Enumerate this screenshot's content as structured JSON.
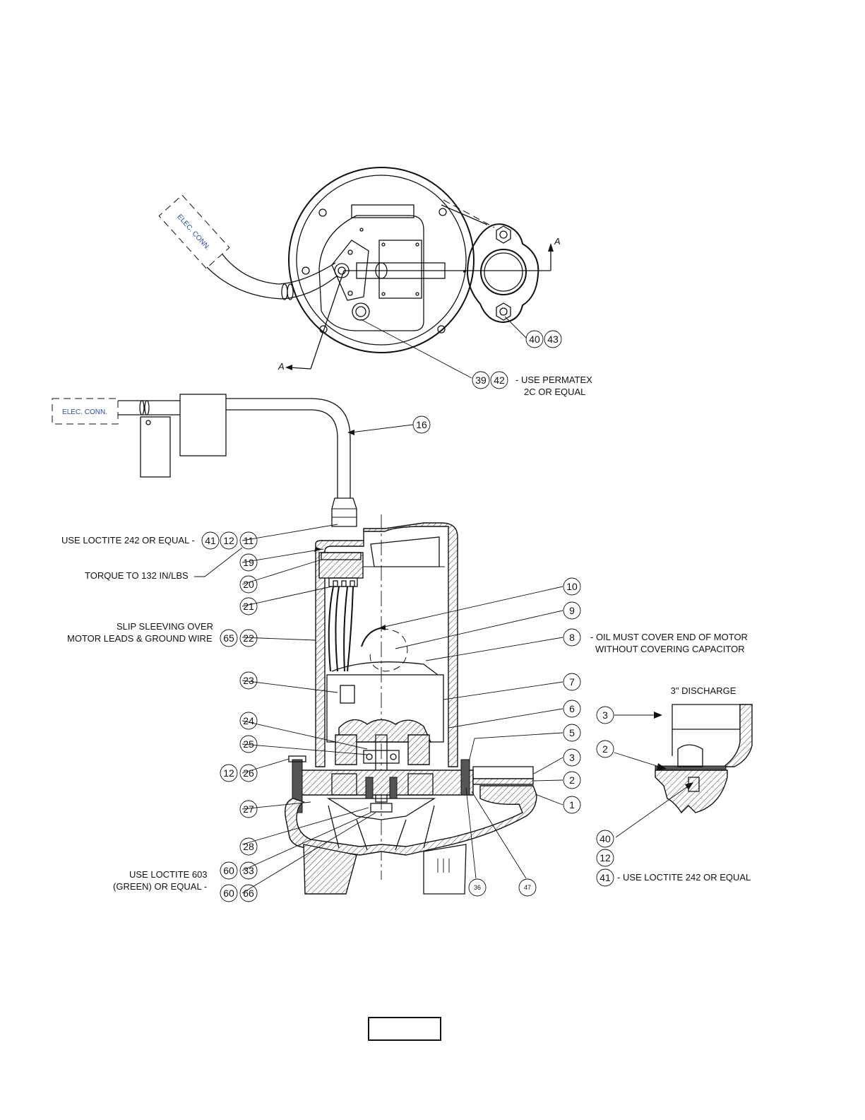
{
  "top_view": {
    "cord_tag": "ELEC. CONN.",
    "section_mark_a1": "A",
    "section_mark_a2": "A",
    "callout_40": "40",
    "callout_43": "43",
    "callout_39": "39",
    "callout_42": "42",
    "permatex_note_line1": "- USE PERMATEX",
    "permatex_note_line2": "2C OR EQUAL"
  },
  "section_view": {
    "cord_tag": "ELEC. CONN.",
    "callouts": {
      "c16": "16",
      "c41": "41",
      "c12a": "12",
      "c11": "11",
      "c19": "19",
      "c20": "20",
      "c21": "21",
      "c10": "10",
      "c9": "9",
      "c8": "8",
      "c65": "65",
      "c22": "22",
      "c23": "23",
      "c7": "7",
      "c6": "6",
      "c24": "24",
      "c5": "5",
      "c25": "25",
      "c3": "3",
      "c12b": "12",
      "c26": "26",
      "c2": "2",
      "c27": "27",
      "c1": "1",
      "c28": "28",
      "c60a": "60",
      "c33": "33",
      "c60b": "60",
      "c66": "66",
      "c36": "36",
      "c47": "47"
    },
    "notes": {
      "loctite_242": "USE LOCTITE 242 OR EQUAL -",
      "torque": "TORQUE TO 132 IN/LBS",
      "slip_line1": "SLIP SLEEVING OVER",
      "slip_line2": "MOTOR LEADS & GROUND WIRE",
      "oil_line1": "- OIL MUST COVER END OF MOTOR",
      "oil_line2": "WITHOUT COVERING CAPACITOR",
      "loctite_603_line1": "USE LOCTITE 603",
      "loctite_603_line2": "(GREEN) OR EQUAL -"
    }
  },
  "discharge_detail": {
    "title": "3\" DISCHARGE",
    "callout_3": "3",
    "callout_2": "2",
    "callout_40": "40",
    "callout_12": "12",
    "callout_41": "41",
    "loctite_note": "- USE LOCTITE 242 OR EQUAL"
  },
  "footer": {
    "page_box_text": ""
  }
}
